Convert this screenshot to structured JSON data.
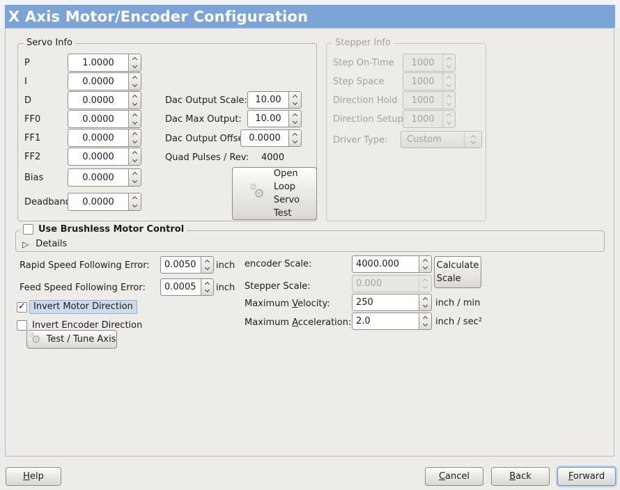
{
  "window": {
    "title": "X Axis Motor/Encoder Configuration"
  },
  "icons": {
    "expander_collapsed": "▷",
    "checkmark": "✓",
    "gear": "⚙"
  },
  "servo_info": {
    "title": "Servo Info",
    "fields": [
      {
        "label": "P",
        "value": "1.0000"
      },
      {
        "label": "I",
        "value": "0.0000"
      },
      {
        "label": "D",
        "value": "0.0000"
      },
      {
        "label": "FF0",
        "value": "0.0000"
      },
      {
        "label": "FF1",
        "value": "0.0000"
      },
      {
        "label": "FF2",
        "value": "0.0000"
      },
      {
        "label": "Bias",
        "value": "0.0000"
      },
      {
        "label": "Deadband",
        "value": "0.0000"
      }
    ],
    "dac_output_scale": {
      "label": "Dac Output Scale:",
      "value": "10.00"
    },
    "dac_max_output": {
      "label": "Dac Max Output:",
      "value": "10.00"
    },
    "dac_output_offset": {
      "label": "Dac Output Offset:",
      "value": "0.0000"
    },
    "quad_pulses": {
      "label": "Quad Pulses / Rev:",
      "value": "4000"
    },
    "open_loop_button": {
      "line1": "Open",
      "line2": "Loop",
      "line3": "Servo",
      "line4": "Test"
    }
  },
  "stepper_info": {
    "title": "Stepper Info",
    "fields": [
      {
        "label": "Step On-Time",
        "value": "1000"
      },
      {
        "label": "Step Space",
        "value": "1000"
      },
      {
        "label": "Direction Hold",
        "value": "1000"
      },
      {
        "label": "Direction Setup",
        "value": "1000"
      }
    ],
    "driver_type": {
      "label": "Driver Type:",
      "value": "Custom"
    }
  },
  "brushless": {
    "label": "Use Brushless Motor Control",
    "details_label": "Details"
  },
  "following_error": {
    "rapid_label": "Rapid Speed Following Error:",
    "rapid_value": "0.0050",
    "rapid_unit": "inch",
    "feed_label": "Feed Speed Following Error:",
    "feed_value": "0.0005",
    "feed_unit": "inch"
  },
  "scaling": {
    "encoder_label": "encoder Scale:",
    "encoder_value": "4000.000",
    "stepper_label": "Stepper Scale:",
    "stepper_value": "0.000",
    "calculate_line1": "Calculate",
    "calculate_line2": "Scale",
    "velocity_prefix": "Maximum ",
    "velocity_mnemonic": "V",
    "velocity_rest": "elocity:",
    "velocity_value": "250",
    "velocity_unit": "inch / min",
    "accel_prefix": "Maximum ",
    "accel_mnemonic": "A",
    "accel_rest": "cceleration:",
    "accel_value": "2.0",
    "accel_unit": "inch / sec²"
  },
  "options": {
    "invert_motor_label": "Invert Motor Direction",
    "invert_encoder_label": "Invert Encoder Direction",
    "test_tune_label": "Test / Tune Axis"
  },
  "footer": {
    "help_mnemonic": "H",
    "help_rest": "elp",
    "cancel_mnemonic": "C",
    "cancel_rest": "ancel",
    "back_mnemonic": "B",
    "back_rest": "ack",
    "forward_mnemonic": "F",
    "forward_rest": "orward"
  },
  "colors": {
    "header_bg": "#7da4d6",
    "header_text": "#ffffff",
    "selection_bg": "#ccdcec",
    "focus_ring": "#b9d0ea"
  }
}
